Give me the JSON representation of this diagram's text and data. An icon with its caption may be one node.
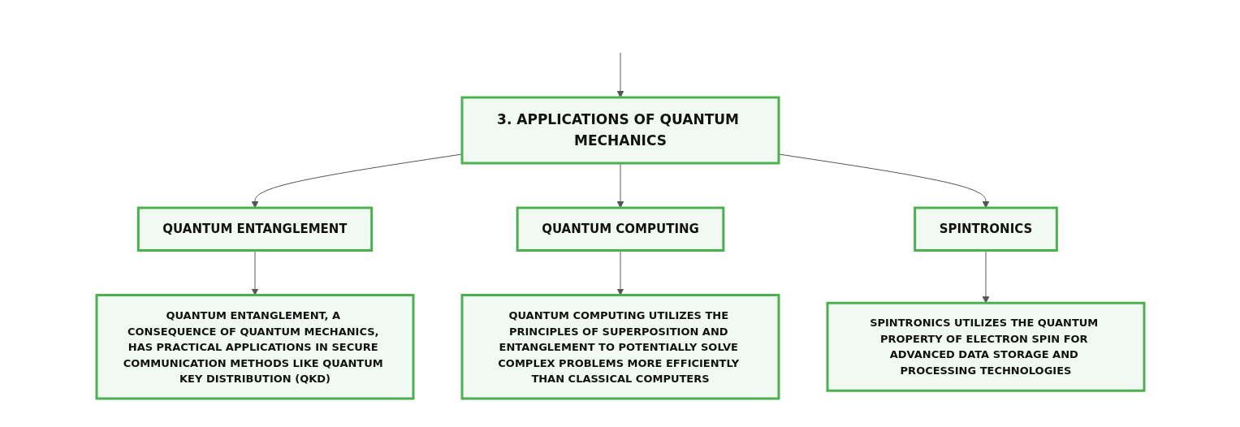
{
  "diagram": {
    "nodes": [
      {
        "text": [
          "3. APPLICATIONS OF QUANTUM MECHANICS"
        ]
      },
      {
        "text": [
          "QUANTUM ENTANGLEMENT"
        ]
      },
      {
        "text": [
          "QUANTUM COMPUTING"
        ]
      },
      {
        "text": [
          "SPINTRONICS"
        ]
      },
      {
        "text": [
          "QUANTUM ENTANGLEMENT, A CONSEQUENCE OF QUANTUM MECHANICS, HAS PRACTICAL APPLICATIONS IN SECURE COMMUNICATION METHODS LIKE QUANTUM KEY DISTRIBUTION (QKD)"
        ]
      },
      {
        "text": [
          "QUANTUM COMPUTING UTILIZES THE PRINCIPLES OF SUPERPOSITION AND ENTANGLEMENT TO POTENTIALLY SOLVE COMPLEX PROBLEMS MORE EFFICIENTLY THAN CLASSICAL COMPUTERS"
        ]
      },
      {
        "text": [
          "SPINTRONICS UTILIZES THE QUANTUM PROPERTY OF ELECTRON SPIN FOR ADVANCED DATA STORAGE AND PROCESSING TECHNOLOGIES"
        ]
      }
    ],
    "edges": [
      {
        "from": null,
        "to": 0,
        "arrow": "to"
      },
      {
        "from": 0,
        "to": 1,
        "arrow": "to"
      },
      {
        "from": 0,
        "to": 2,
        "arrow": "to"
      },
      {
        "from": 0,
        "to": 3,
        "arrow": "to"
      },
      {
        "from": 1,
        "to": 4,
        "arrow": "to"
      },
      {
        "from": 2,
        "to": 5,
        "arrow": "to"
      },
      {
        "from": 3,
        "to": 6,
        "arrow": "to"
      }
    ]
  }
}
